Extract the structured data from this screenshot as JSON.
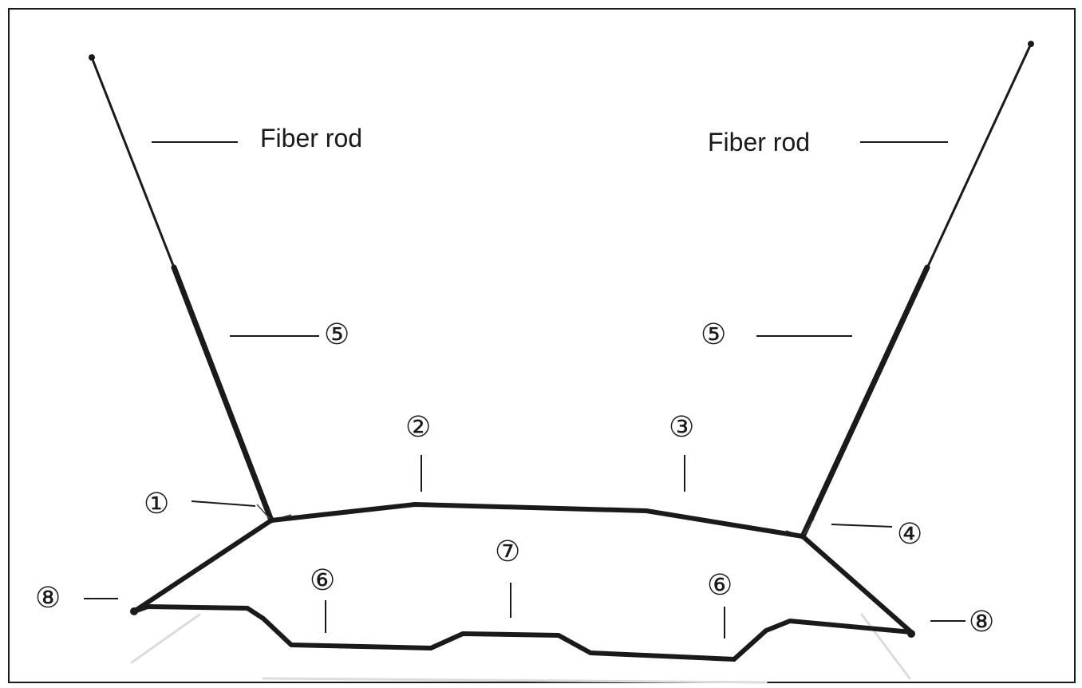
{
  "labels": {
    "fiber_rod_left": "Fiber rod",
    "fiber_rod_right": "Fiber rod",
    "part_1": "①",
    "part_2": "②",
    "part_3": "③",
    "part_4": "④",
    "part_5_left": "⑤",
    "part_5_right": "⑤",
    "part_6_left": "⑥",
    "part_6_right": "⑥",
    "part_7": "⑦",
    "part_8_left": "⑧",
    "part_8_right": "⑧"
  },
  "colors": {
    "rod": "#1a1a1a",
    "leader_line": "#1a1a1a",
    "shadow": "#d9d9d9"
  }
}
